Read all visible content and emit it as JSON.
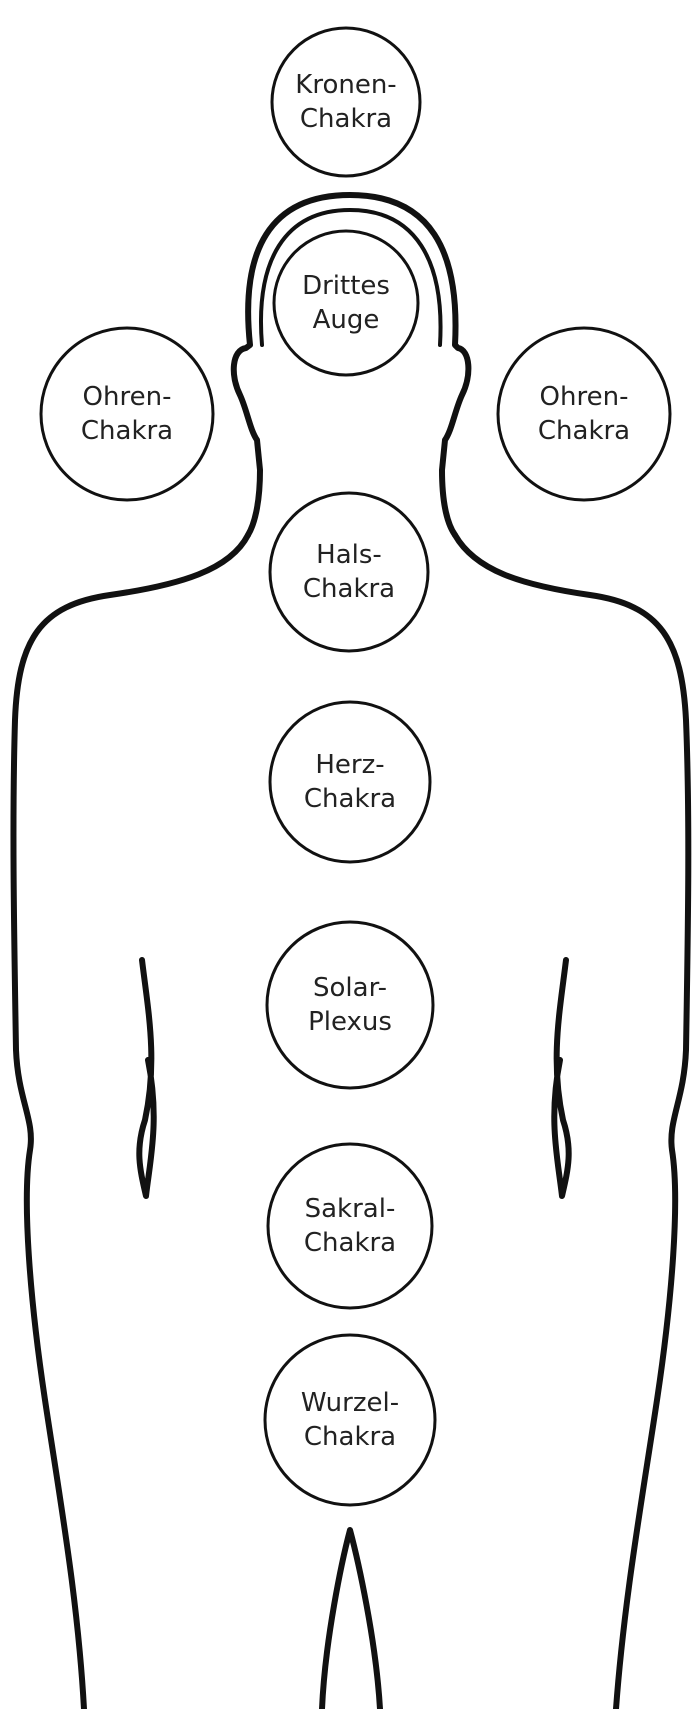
{
  "diagram": {
    "chakras": [
      {
        "id": "kronen",
        "line1": "Kronen-",
        "line2": "Chakra"
      },
      {
        "id": "drittes-auge",
        "line1": "Drittes",
        "line2": "Auge"
      },
      {
        "id": "ohren-left",
        "line1": "Ohren-",
        "line2": "Chakra"
      },
      {
        "id": "ohren-right",
        "line1": "Ohren-",
        "line2": "Chakra"
      },
      {
        "id": "hals",
        "line1": "Hals-",
        "line2": "Chakra"
      },
      {
        "id": "herz",
        "line1": "Herz-",
        "line2": "Chakra"
      },
      {
        "id": "solar",
        "line1": "Solar-",
        "line2": "Plexus"
      },
      {
        "id": "sakral",
        "line1": "Sakral-",
        "line2": "Chakra"
      },
      {
        "id": "wurzel",
        "line1": "Wurzel-",
        "line2": "Chakra"
      }
    ],
    "colors": {
      "stroke": "#111111",
      "text": "#222222",
      "background": "#ffffff"
    }
  }
}
